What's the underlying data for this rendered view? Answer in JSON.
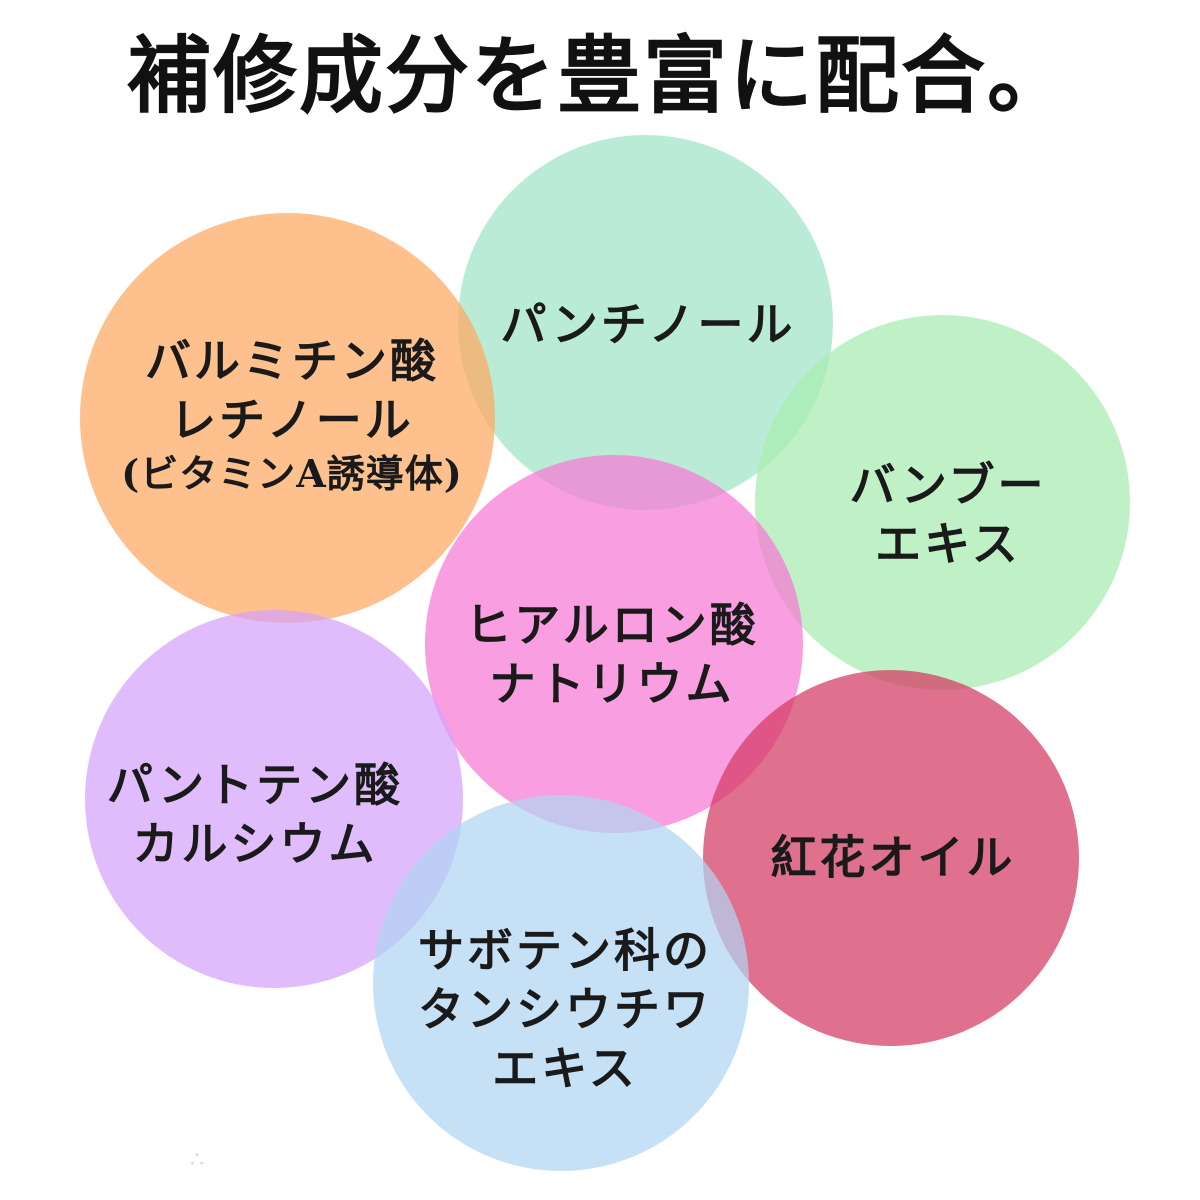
{
  "title": "補修成分を豊富に配合。",
  "ingredients": [
    {
      "lines": [
        "パンチノール"
      ],
      "color": "#9ee3c6"
    },
    {
      "lines": [
        "バルミチン酸",
        "レチノール",
        "(ビタミンA誘導体)"
      ],
      "color": "#fea861"
    },
    {
      "lines": [
        "バンブー",
        "エキス"
      ],
      "color": "#a8ebb0"
    },
    {
      "lines": [
        "ヒアルロン酸",
        "ナトリウム"
      ],
      "color": "#f678d4"
    },
    {
      "lines": [
        "パントテン酸",
        "カルシウム"
      ],
      "color": "#d4a2fb"
    },
    {
      "lines": [
        "紅花オイル"
      ],
      "color": "#d43a62"
    },
    {
      "lines": [
        "サボテン科の",
        "タンシウチワ",
        "エキス"
      ],
      "color": "#b0d4f2"
    }
  ]
}
